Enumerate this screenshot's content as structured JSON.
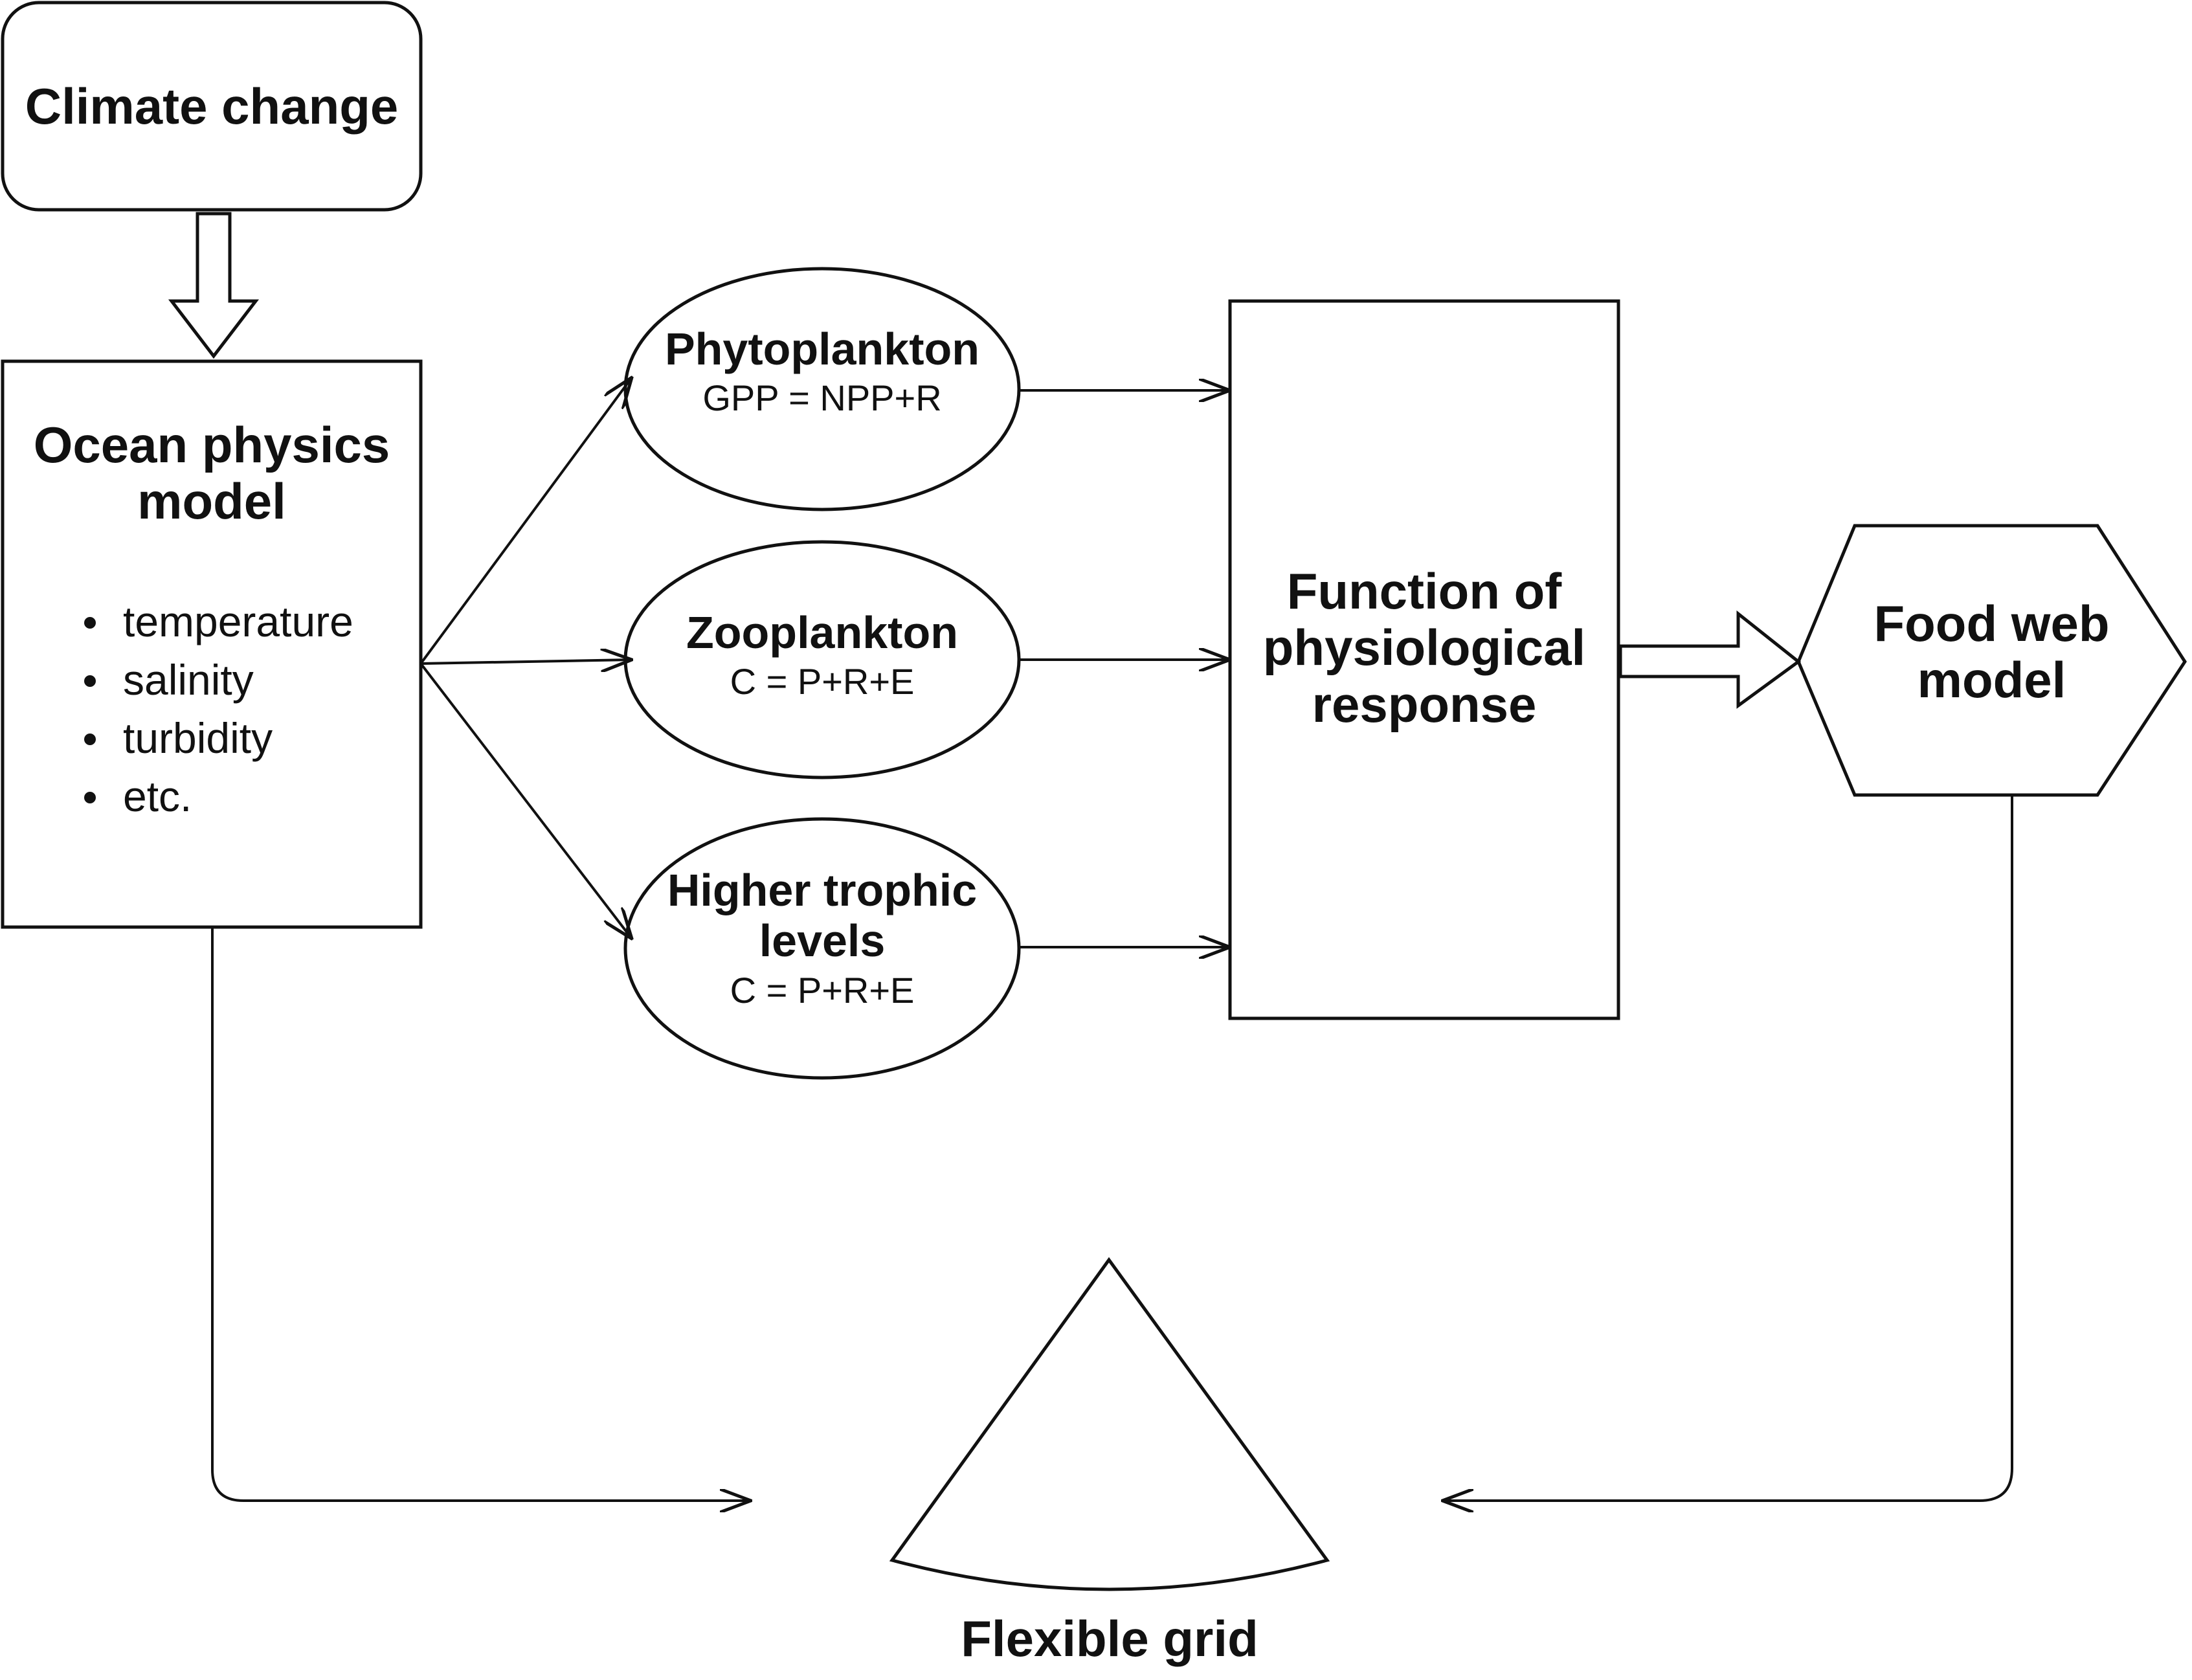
{
  "nodes": {
    "climate": {
      "label": "Climate change"
    },
    "ocean": {
      "title_line1": "Ocean physics",
      "title_line2": "model",
      "bullets": [
        "temperature",
        "salinity",
        "turbidity",
        "etc."
      ]
    },
    "phyto": {
      "title": "Phytoplankton",
      "equation": "GPP = NPP+R"
    },
    "zoo": {
      "title": "Zooplankton",
      "equation": "C = P+R+E"
    },
    "higher": {
      "title_line1": "Higher trophic",
      "title_line2": "levels",
      "equation": "C = P+R+E"
    },
    "function": {
      "line1": "Function of",
      "line2": "physiological",
      "line3": "response"
    },
    "foodweb": {
      "line1": "Food web",
      "line2": "model"
    },
    "grid": {
      "label": "Flexible grid"
    }
  },
  "colors": {
    "stroke": "#111111",
    "fill": "#ffffff",
    "text": "#111111"
  }
}
